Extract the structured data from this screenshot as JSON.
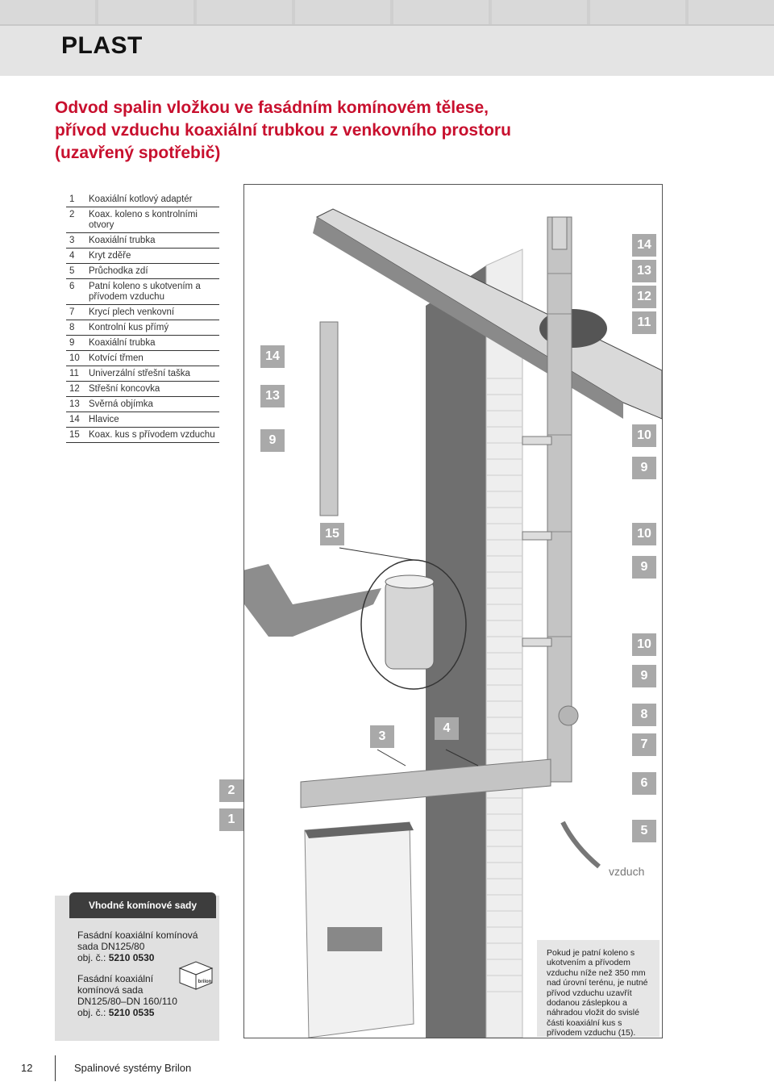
{
  "header": {
    "title": "PLAST"
  },
  "subtitle": [
    "Odvod spalin vložkou ve fasádním komínovém tělese,",
    "přívod vzduchu koaxiální trubkou z venkovního prostoru",
    "(uzavřený spotřebič)"
  ],
  "legend": [
    {
      "num": "1",
      "text": "Koaxiální kotlový adaptér"
    },
    {
      "num": "2",
      "text": "Koax. koleno s kontrolními otvory"
    },
    {
      "num": "3",
      "text": "Koaxiální trubka"
    },
    {
      "num": "4",
      "text": "Kryt zděře"
    },
    {
      "num": "5",
      "text": "Průchodka zdí"
    },
    {
      "num": "6",
      "text": "Patní koleno s ukotvením a přívodem vzduchu"
    },
    {
      "num": "7",
      "text": "Krycí plech venkovní"
    },
    {
      "num": "8",
      "text": "Kontrolní kus přímý"
    },
    {
      "num": "9",
      "text": "Koaxiální trubka"
    },
    {
      "num": "10",
      "text": "Kotvící třmen"
    },
    {
      "num": "11",
      "text": "Univerzální střešní taška"
    },
    {
      "num": "12",
      "text": "Střešní koncovka"
    },
    {
      "num": "13",
      "text": "Svěrná objímka"
    },
    {
      "num": "14",
      "text": "Hlavice"
    },
    {
      "num": "15",
      "text": "Koax. kus s přívodem vzduchu"
    }
  ],
  "callouts": {
    "detail_14": "14",
    "detail_13": "13",
    "detail_9": "9",
    "c14": "14",
    "c13": "13",
    "c12": "12",
    "c11": "11",
    "c10a": "10",
    "c9a": "9",
    "c15": "15",
    "c10b": "10",
    "c9b": "9",
    "c10c": "10",
    "c9c": "9",
    "c8": "8",
    "c3": "3",
    "c4": "4",
    "c7": "7",
    "c2": "2",
    "c6": "6",
    "c1": "1",
    "c5": "5"
  },
  "air_label": "vzduch",
  "sets": {
    "tab": "Vhodné komínové sady",
    "items": [
      {
        "name": "Fasádní koaxiální komínová sada DN125/80",
        "code_prefix": "obj. č.:",
        "code": "5210 0530"
      },
      {
        "name": "Fasádní koaxiální komínová sada DN125/80–DN 160/110",
        "code_prefix": "obj. č.:",
        "code": "5210 0535"
      }
    ],
    "box_label": "brilon"
  },
  "note": "Pokud je patní koleno s ukotvením a přívodem vzduchu níže než 350 mm nad úrovní terénu, je nutné přívod vzduchu uzavřít dodanou záslepkou a náhradou vložit do svislé části koaxiální kus s přívodem vzduchu (15).",
  "footer": {
    "page": "12",
    "text": "Spalinové systémy Brilon"
  },
  "colors": {
    "accent_red": "#c8102e",
    "callout_gray": "#a9a9a9",
    "tab_dark": "#3d3d3d"
  }
}
